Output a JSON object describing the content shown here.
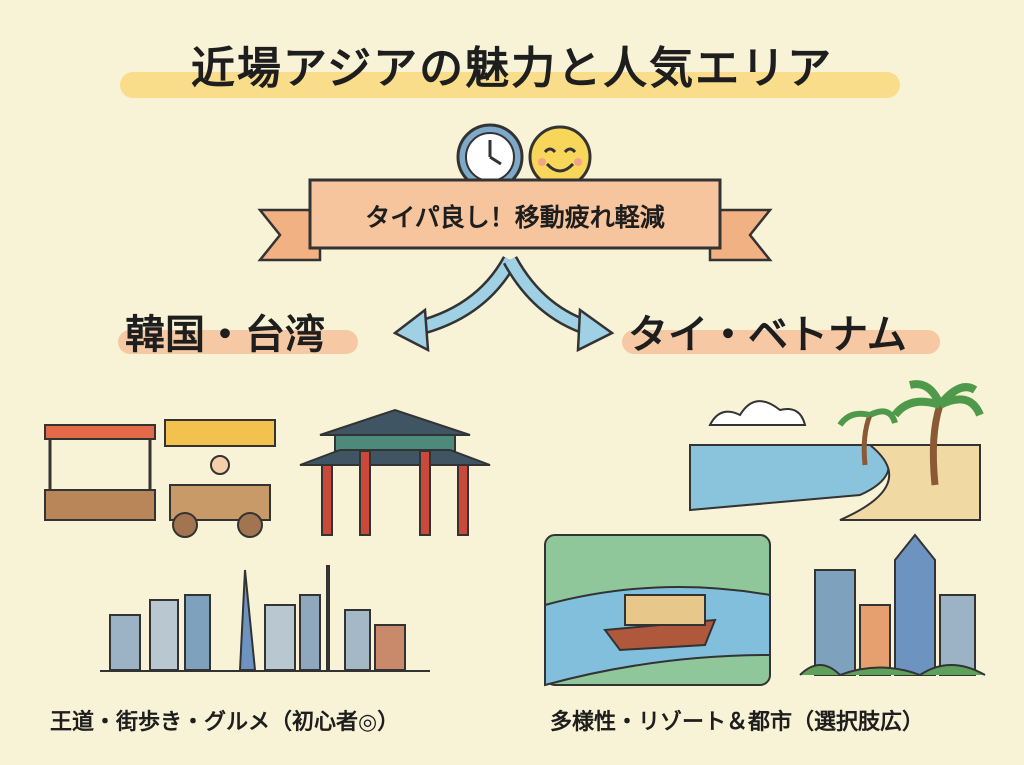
{
  "title": "近場アジアの魅力と人気エリア",
  "banner": "タイパ良し！移動疲れ軽減",
  "left": {
    "heading": "韓国・台湾",
    "caption": "王道・街歩き・グルメ（初心者◎）"
  },
  "right": {
    "heading": "タイ・ベトナム",
    "caption": "多様性・リゾート＆都市（選択肢広）"
  },
  "colors": {
    "background": "#f8f2d6",
    "highlight_yellow": "#f9dd8a",
    "highlight_orange": "#f6c9a4",
    "banner": "#f7c59d",
    "arrow": "#9fd0e4"
  }
}
